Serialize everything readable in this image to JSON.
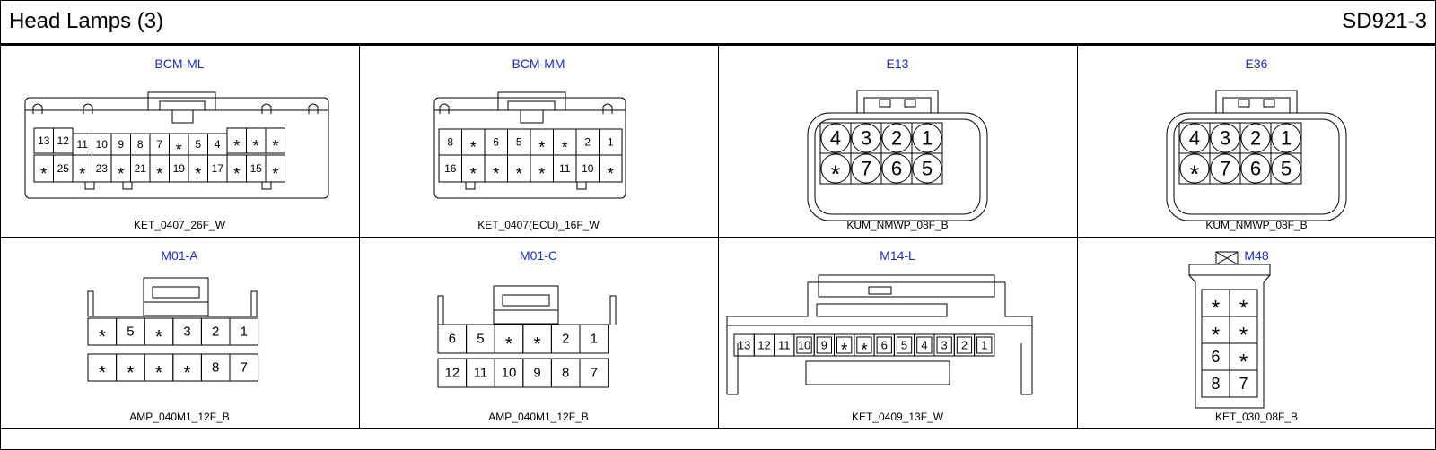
{
  "page": {
    "title": "Head Lamps (3)",
    "code": "SD921-3"
  },
  "connectors": [
    {
      "id": "BCM-ML",
      "part": "KET_0407_26F_W",
      "rows": [
        [
          "13",
          "12",
          "11",
          "10",
          "9",
          "8",
          "7",
          "*",
          "5",
          "4",
          "*",
          "*",
          "*"
        ],
        [
          "*",
          "25",
          "*",
          "23",
          "*",
          "21",
          "*",
          "19",
          "*",
          "17",
          "*",
          "15",
          "*"
        ]
      ]
    },
    {
      "id": "BCM-MM",
      "part": "KET_0407(ECU)_16F_W",
      "rows": [
        [
          "8",
          "*",
          "6",
          "5",
          "*",
          "*",
          "2",
          "1"
        ],
        [
          "16",
          "*",
          "*",
          "*",
          "*",
          "11",
          "10",
          "*"
        ]
      ]
    },
    {
      "id": "E13",
      "part": "KUM_NMWP_08F_B",
      "rows": [
        [
          "4",
          "3",
          "2",
          "1"
        ],
        [
          "*",
          "7",
          "6",
          "5"
        ]
      ]
    },
    {
      "id": "E36",
      "part": "KUM_NMWP_08F_B",
      "rows": [
        [
          "4",
          "3",
          "2",
          "1"
        ],
        [
          "*",
          "7",
          "6",
          "5"
        ]
      ]
    },
    {
      "id": "M01-A",
      "part": "AMP_040M1_12F_B",
      "rows": [
        [
          "*",
          "5",
          "*",
          "3",
          "2",
          "1"
        ],
        [
          "*",
          "*",
          "*",
          "*",
          "8",
          "7"
        ]
      ]
    },
    {
      "id": "M01-C",
      "part": "AMP_040M1_12F_B",
      "rows": [
        [
          "6",
          "5",
          "*",
          "*",
          "2",
          "1"
        ],
        [
          "12",
          "11",
          "10",
          "9",
          "8",
          "7"
        ]
      ]
    },
    {
      "id": "M14-L",
      "part": "KET_0409_13F_W",
      "rows": [
        [
          "13",
          "12",
          "11",
          "10",
          "9",
          "*",
          "*",
          "6",
          "5",
          "4",
          "3",
          "2",
          "1"
        ]
      ]
    },
    {
      "id": "M48",
      "part": "KET_030_08F_B",
      "rows": [
        [
          "*",
          "*"
        ],
        [
          "*",
          "*"
        ],
        [
          "6",
          "*"
        ],
        [
          "8",
          "7"
        ]
      ]
    }
  ]
}
